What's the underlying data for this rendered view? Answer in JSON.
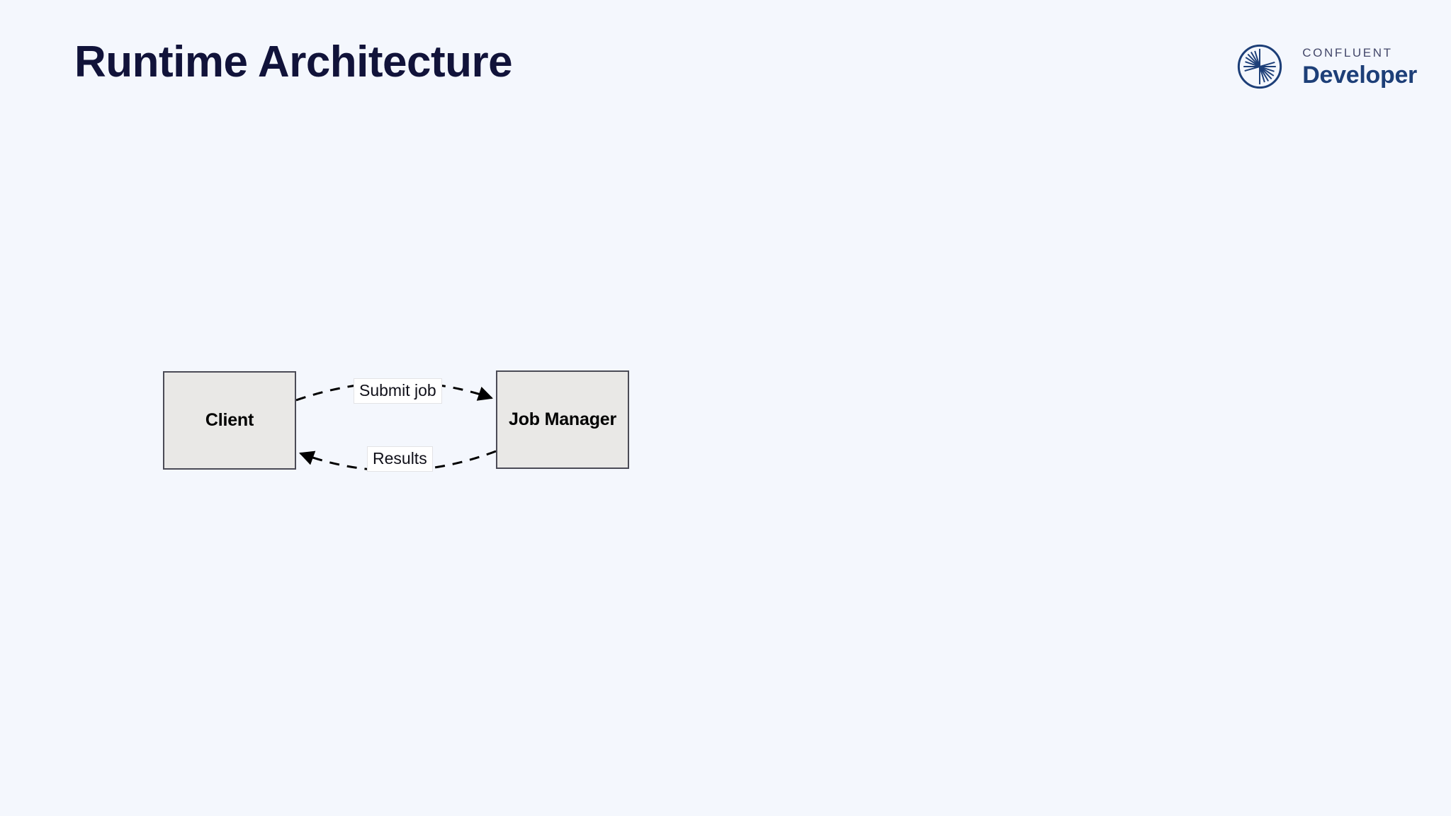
{
  "page": {
    "title": "Runtime Architecture",
    "background_color": "#f4f7fd",
    "title_color": "#11133a"
  },
  "logo": {
    "mark_name": "confluent-starburst-mark",
    "eyebrow": "CONFLUENT",
    "word": "Developer",
    "mark_color": "#1d3f78",
    "eyebrow_color": "#44486a",
    "word_color": "#1d3f78"
  },
  "diagram": {
    "type": "flow",
    "node_fill": "#e9e8e6",
    "node_border": "#4b4b56",
    "edge_color": "#000000",
    "edge_style": "dashed",
    "nodes": [
      {
        "id": "client",
        "label": "Client"
      },
      {
        "id": "job-manager",
        "label": "Job Manager"
      }
    ],
    "edges": [
      {
        "id": "submit-job",
        "label": "Submit job",
        "from": "client",
        "to": "job-manager"
      },
      {
        "id": "results",
        "label": "Results",
        "from": "job-manager",
        "to": "client"
      }
    ]
  }
}
